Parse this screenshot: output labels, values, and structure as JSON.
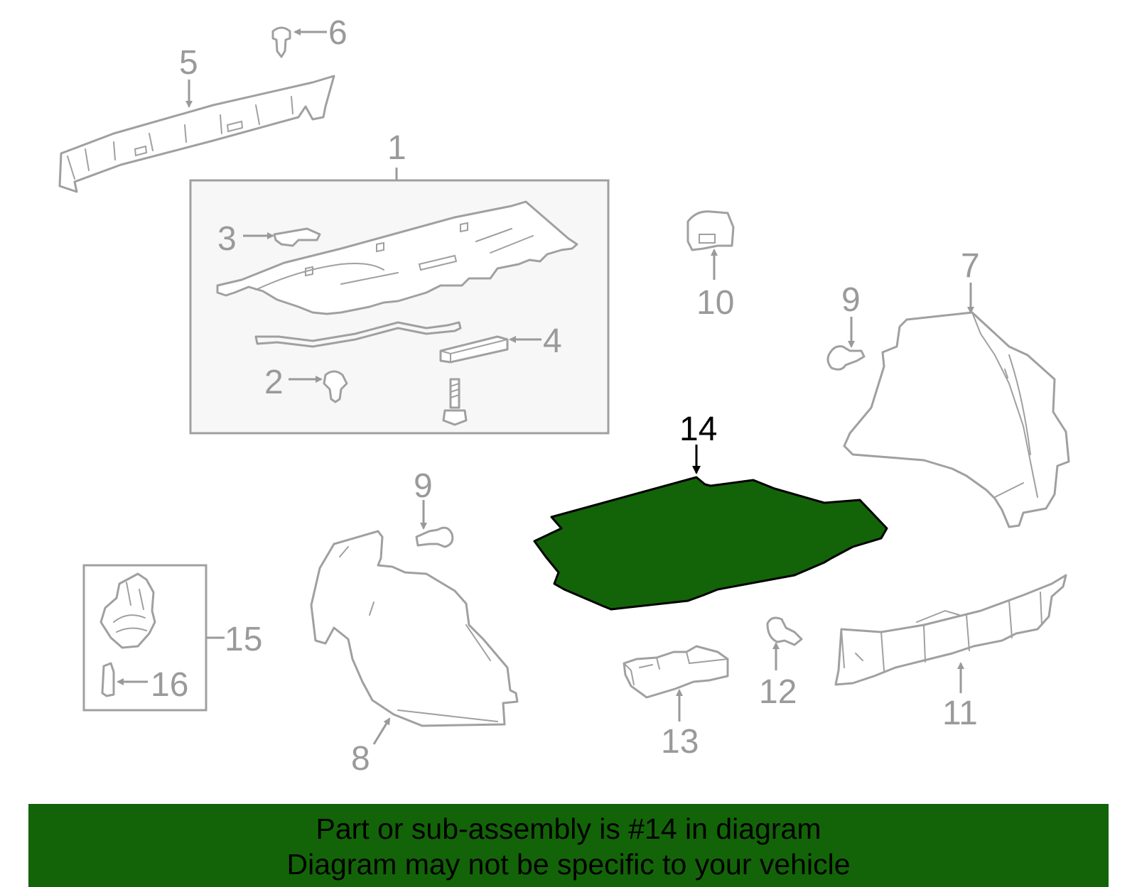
{
  "diagram": {
    "highlight_color": "#136408",
    "highlighted_part": "14",
    "callouts": {
      "c1": "1",
      "c2": "2",
      "c3": "3",
      "c4": "4",
      "c5": "5",
      "c6": "6",
      "c7": "7",
      "c8": "8",
      "c9a": "9",
      "c9b": "9",
      "c10": "10",
      "c11": "11",
      "c12": "12",
      "c13": "13",
      "c14": "14",
      "c15": "15",
      "c16": "16"
    }
  },
  "banner": {
    "line1": "Part or sub-assembly is #14 in diagram",
    "line2": "Diagram may not be specific to your vehicle"
  }
}
